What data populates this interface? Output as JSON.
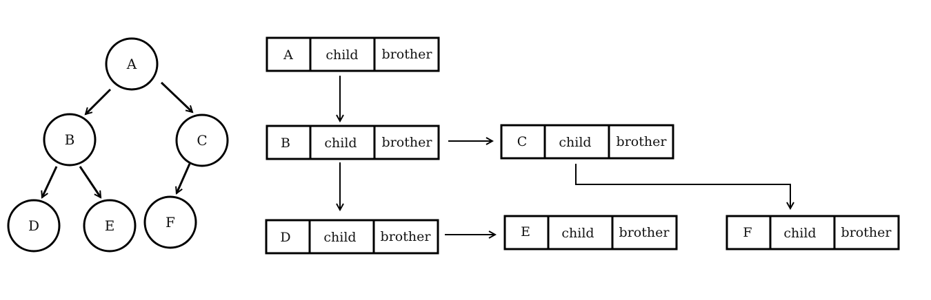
{
  "tree": {
    "nodes": [
      {
        "id": "A",
        "label": "A"
      },
      {
        "id": "B",
        "label": "B"
      },
      {
        "id": "C",
        "label": "C"
      },
      {
        "id": "D",
        "label": "D"
      },
      {
        "id": "E",
        "label": "E"
      },
      {
        "id": "F",
        "label": "F"
      }
    ],
    "edges": [
      [
        "A",
        "B"
      ],
      [
        "A",
        "C"
      ],
      [
        "B",
        "D"
      ],
      [
        "B",
        "E"
      ],
      [
        "C",
        "F"
      ]
    ]
  },
  "records": [
    {
      "id": "A",
      "label": "A",
      "child_label": "child",
      "brother_label": "brother"
    },
    {
      "id": "B",
      "label": "B",
      "child_label": "child",
      "brother_label": "brother"
    },
    {
      "id": "C",
      "label": "C",
      "child_label": "child",
      "brother_label": "brother"
    },
    {
      "id": "D",
      "label": "D",
      "child_label": "child",
      "brother_label": "brother"
    },
    {
      "id": "E",
      "label": "E",
      "child_label": "child",
      "brother_label": "brother"
    },
    {
      "id": "F",
      "label": "F",
      "child_label": "child",
      "brother_label": "brother"
    }
  ],
  "links": [
    {
      "from": "A",
      "to": "B",
      "kind": "child"
    },
    {
      "from": "B",
      "to": "D",
      "kind": "child"
    },
    {
      "from": "B",
      "to": "C",
      "kind": "brother"
    },
    {
      "from": "D",
      "to": "E",
      "kind": "brother"
    },
    {
      "from": "C",
      "to": "F",
      "kind": "child"
    }
  ]
}
